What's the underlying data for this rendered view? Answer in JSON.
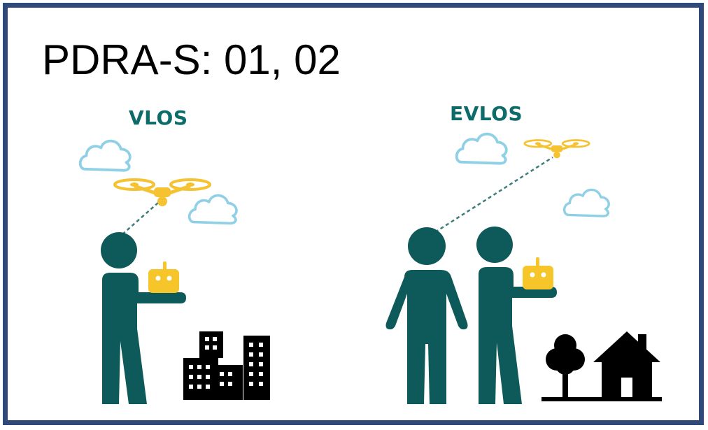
{
  "title": "PDRA-S: 01, 02",
  "panels": {
    "vlos": {
      "label": "VLOS",
      "icons": [
        "cloud-icon",
        "drone-icon",
        "pilot-icon",
        "remote-controller-icon",
        "city-buildings-icon"
      ]
    },
    "evlos": {
      "label": "EVLOS",
      "icons": [
        "cloud-icon",
        "drone-icon",
        "observer-icon",
        "pilot-icon",
        "remote-controller-icon",
        "tree-icon",
        "house-icon"
      ]
    }
  },
  "colors": {
    "border": "#2f4a7a",
    "person": "#0e5a5a",
    "label": "#0d6b6a",
    "drone": "#f5c231",
    "controller": "#f6c52a",
    "cloud": "#8fd0e6",
    "building": "#000000"
  }
}
